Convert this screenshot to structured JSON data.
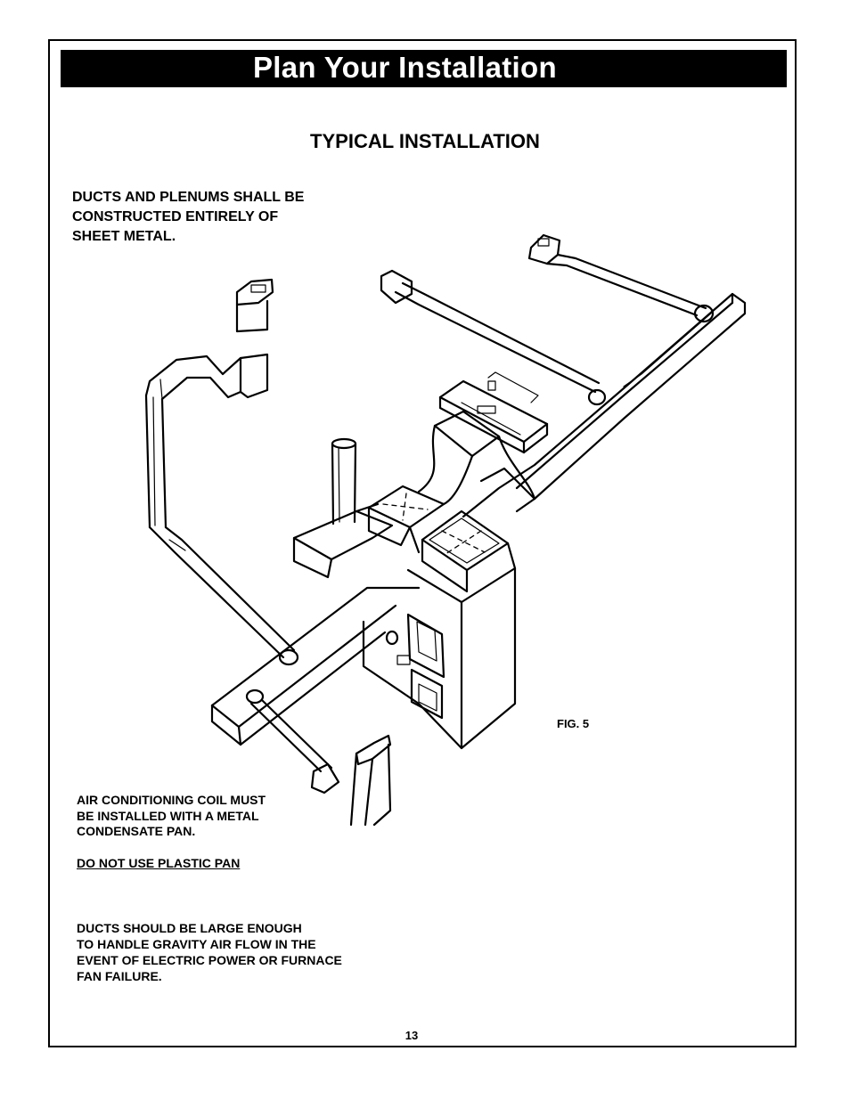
{
  "header": {
    "title": "Plan Your Installation"
  },
  "subtitle": "TYPICAL INSTALLATION",
  "notes": {
    "ducts_material": "DUCTS AND PLENUMS SHALL BE\nCONSTRUCTED  ENTIRELY  OF\nSHEET METAL.",
    "coil": "AIR CONDITIONING COIL MUST\nBE INSTALLED WITH A METAL\nCONDENSATE PAN.",
    "plastic_warning": "DO NOT USE PLASTIC PAN",
    "gravity": "DUCTS SHOULD BE LARGE ENOUGH\nTO  HANDLE  GRAVITY  AIR  FLOW  IN  THE\nEVENT OF ELECTRIC POWER OR FURNACE\nFAN FAILURE."
  },
  "figure": {
    "label": "FIG. 5"
  },
  "page_number": "13"
}
